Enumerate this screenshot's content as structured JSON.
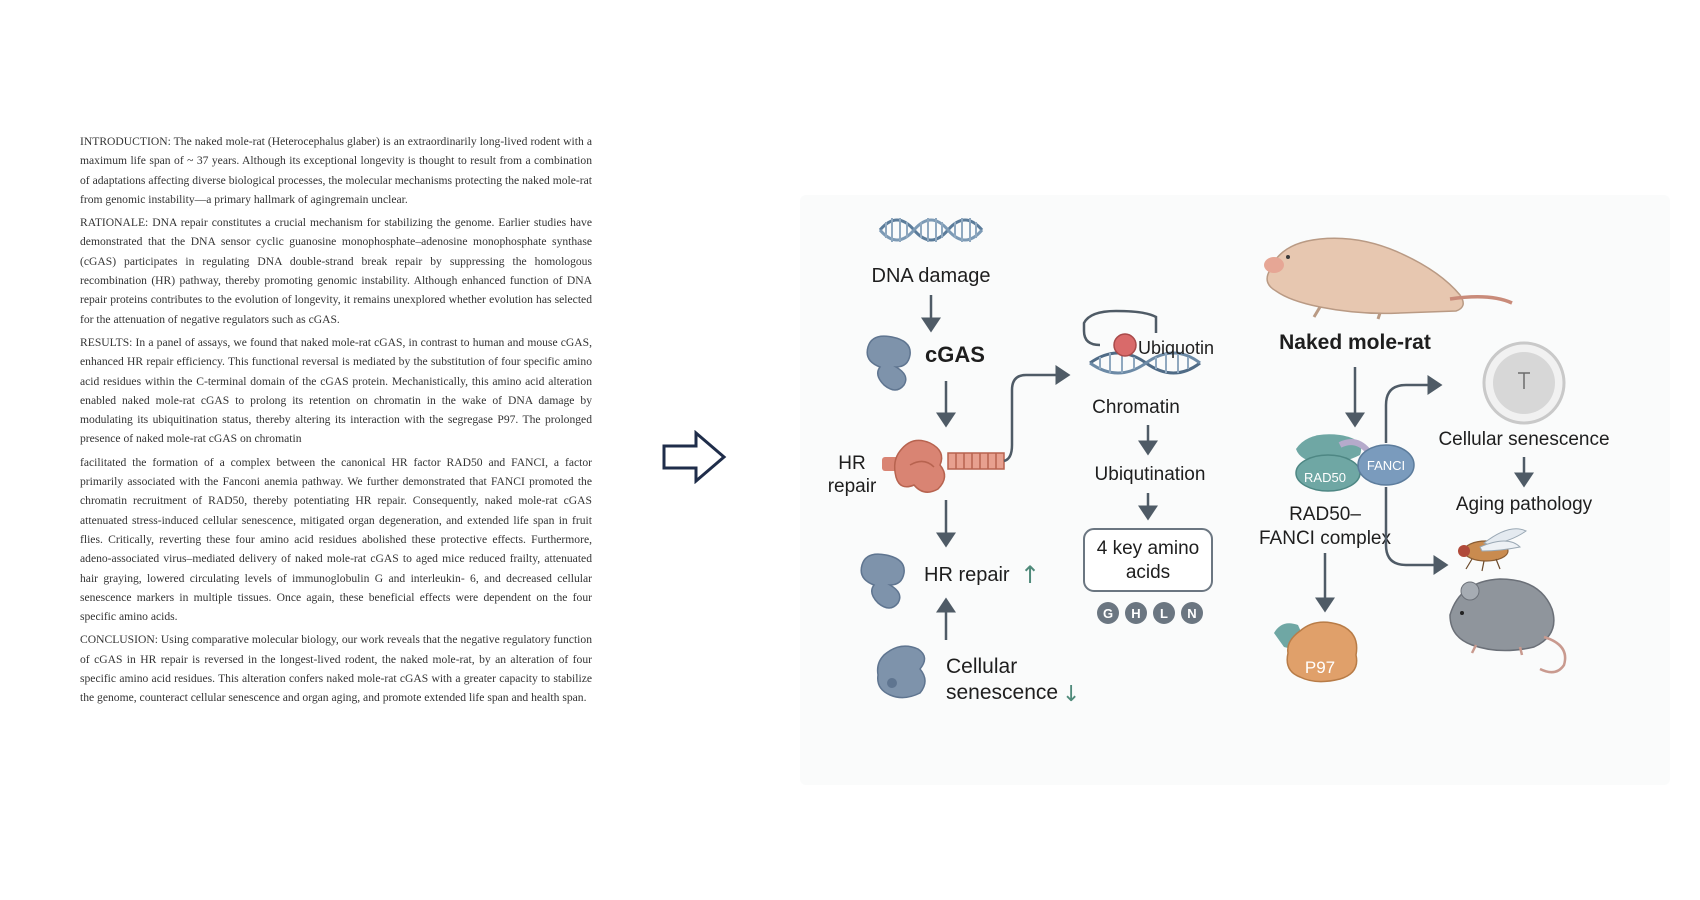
{
  "abstract": {
    "introduction": "INTRODUCTION: The naked mole-rat (Heterocephalus glaber) is an extraordinarily long-lived rodent with a maximum life span of ~ 37 years. Although its exceptional longevity is thought to result from a combination of adaptations affecting diverse biological processes, the molecular mechanisms protecting the naked mole-rat from genomic instability—a primary hallmark of agingremain unclear.",
    "rationale": "RATIONALE: DNA repair constitutes a crucial mechanism for stabilizing the genome. Earlier studies have demonstrated that the DNA sensor cyclic guanosine monophosphate–adenosine monophosphate synthase (cGAS) participates in regulating DNA double-strand break repair by suppressing the homologous recombination (HR) pathway, thereby promoting genomic instability. Although enhanced function of DNA repair proteins contributes to the evolution of longevity, it remains unexplored whether evolution has selected for the attenuation of negative regulators such as cGAS.",
    "results_1": "RESULTS: In a panel of assays, we found that naked mole-rat cGAS, in contrast to human and mouse cGAS, enhanced HR repair efficiency. This functional reversal is mediated by the substitution of four specific amino acid residues within the C-terminal domain of the cGAS protein. Mechanistically, this amino acid alteration enabled naked mole-rat cGAS to prolong its retention on chromatin in the wake of DNA damage by modulating its ubiquitination status, thereby altering its interaction with the segregase P97. The prolonged presence of naked mole-rat cGAS on chromatin",
    "results_2": "facilitated the formation of a complex between the canonical HR factor RAD50 and FANCI, a factor primarily associated with the Fanconi anemia pathway. We further demonstrated that FANCI promoted the chromatin recruitment of RAD50, thereby potentiating HR repair. Consequently, naked mole-rat cGAS attenuated stress-induced cellular senescence, mitigated organ degeneration, and extended life span in fruit flies. Critically, reverting these four amino acid residues abolished these protective effects. Furthermore, adeno-associated virus–mediated delivery of naked mole-rat cGAS to aged mice reduced frailty, attenuated hair graying, lowered circulating levels of immunoglobulin G and interleukin- 6, and decreased cellular senescence markers in multiple tissues. Once again, these beneficial effects were dependent on the four specific amino acids.",
    "conclusion": "CONCLUSION: Using comparative molecular biology, our work reveals that the negative regulatory function of cGAS in HR repair is reversed in the longest-lived rodent, the naked mole-rat, by an alteration of four specific amino acid residues. This alteration confers naked mole-rat cGAS with a greater capacity to stabilize the genome, counteract cellular senescence and organ aging, and promote extended life span and health span."
  },
  "diagram": {
    "dna_damage": "DNA damage",
    "cgas": "cGAS",
    "hr_label_line1": "HR",
    "hr_label_line2": "repair",
    "hr_repair": "HR repair",
    "hr_repair_arrow": "↑",
    "cellular_senescence_line1": "Cellular",
    "cellular_senescence_line2": "senescence",
    "senescence_arrow": "↓",
    "ubiquitin": "Ubiquotin",
    "chromatin": "Chromatin",
    "ubiquitination": "Ubiqutination",
    "amino_line1": "4 key amino",
    "amino_line2": "acids",
    "residues": [
      "G",
      "H",
      "L",
      "N"
    ],
    "naked_mole_rat": "Naked mole-rat",
    "rad50": "RAD50",
    "fanci": "FANCI",
    "complex_line1": "RAD50–",
    "complex_line2": "FANCI complex",
    "p97": "P97",
    "cellular_senescence_right": "Cellular senescence",
    "aging_pathology": "Aging pathology"
  },
  "colors": {
    "arrow": "#4f5b66",
    "cgas_blue": "#7e93ab",
    "hr_salmon": "#d98473",
    "ubiquitin_red": "#d96a6a",
    "teal": "#6fa7a4",
    "p97_orange": "#e0a06a",
    "residue_circle": "#6b7681"
  },
  "icons": [
    "right-arrow-icon",
    "dna-helix-icon",
    "mole-rat-icon",
    "fruit-fly-icon",
    "mouse-icon",
    "petri-dish-icon"
  ]
}
